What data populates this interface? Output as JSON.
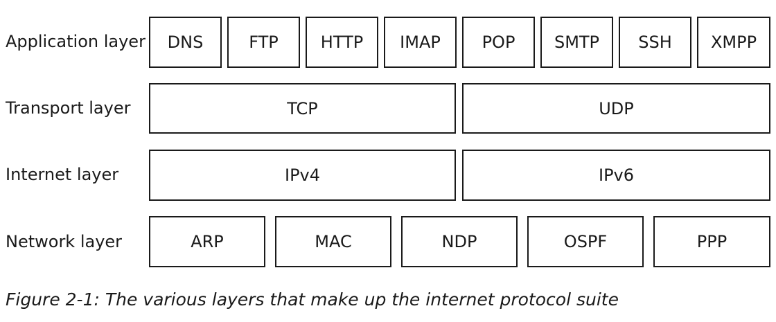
{
  "layers": [
    {
      "label": "Application layer",
      "protocols": [
        "DNS",
        "FTP",
        "HTTP",
        "IMAP",
        "POP",
        "SMTP",
        "SSH",
        "XMPP"
      ]
    },
    {
      "label": "Transport layer",
      "protocols": [
        "TCP",
        "UDP"
      ]
    },
    {
      "label": "Internet layer",
      "protocols": [
        "IPv4",
        "IPv6"
      ]
    },
    {
      "label": "Network layer",
      "protocols": [
        "ARP",
        "MAC",
        "NDP",
        "OSPF",
        "PPP"
      ]
    }
  ],
  "caption": "Figure 2-1: The various layers that make up the internet protocol suite"
}
